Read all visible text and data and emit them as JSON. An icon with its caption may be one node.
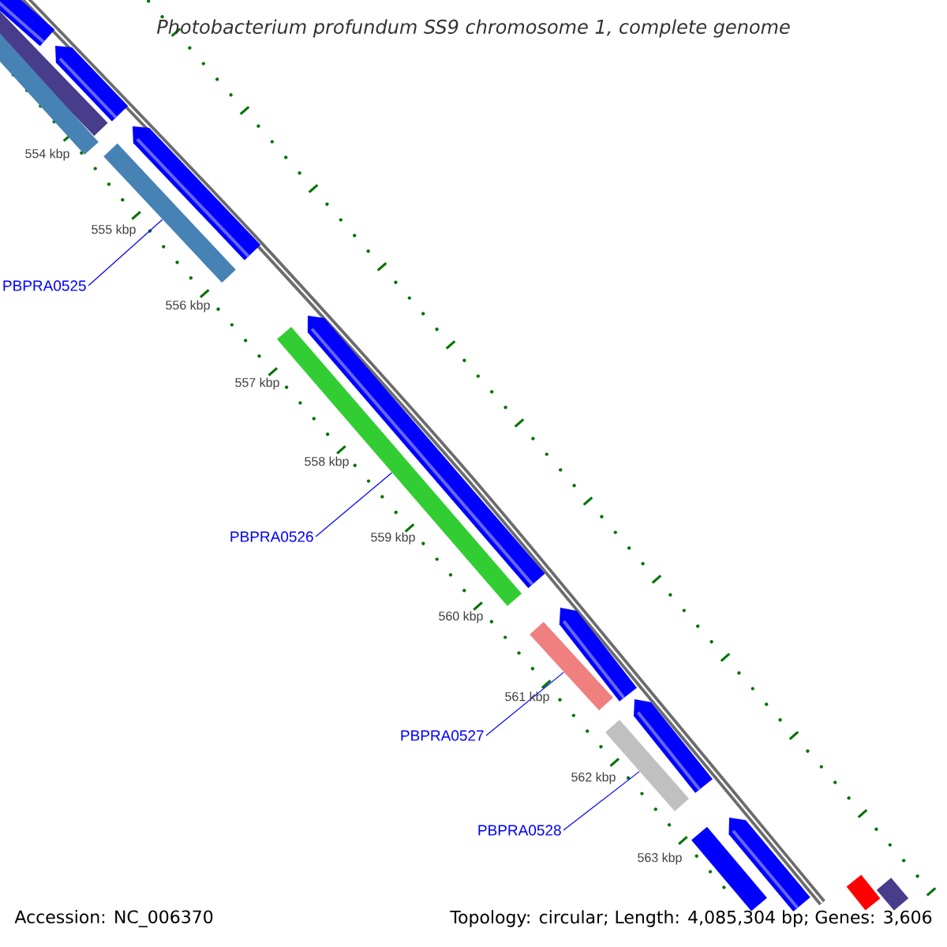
{
  "diagram": {
    "title": "Photobacterium profundum SS9 chromosome 1, complete genome",
    "nodes": [
      {
        "text": [
          "PBPRA0525"
        ]
      },
      {
        "text": [
          "PBPRA0526"
        ]
      },
      {
        "text": [
          "PBPRA0527"
        ]
      },
      {
        "text": [
          "PBPRA0528"
        ]
      },
      {
        "text": [],
        "shape": "bar"
      },
      {
        "text": [],
        "shape": "bar"
      },
      {
        "text": [],
        "shape": "bar"
      },
      {
        "text": [],
        "shape": "bar"
      },
      {
        "text": [],
        "shape": "pentagon"
      },
      {
        "text": [],
        "shape": "bar"
      },
      {
        "text": [],
        "shape": "bar"
      },
      {
        "text": [],
        "shape": "pentagon"
      },
      {
        "text": [],
        "shape": "pentagon"
      },
      {
        "text": [],
        "shape": "pentagon"
      },
      {
        "text": [],
        "shape": "pentagon"
      },
      {
        "text": [],
        "shape": "pentagon"
      },
      {
        "text": [],
        "shape": "pentagon"
      },
      {
        "text": [],
        "shape": "bar"
      },
      {
        "text": [],
        "shape": "bar"
      },
      {
        "text": [],
        "shape": "bar"
      }
    ],
    "edges": [
      {
        "from": 0,
        "to": 4,
        "arrow": "none"
      },
      {
        "from": 1,
        "to": 5,
        "arrow": "none"
      },
      {
        "from": 2,
        "to": 6,
        "arrow": "none"
      },
      {
        "from": 3,
        "to": 7,
        "arrow": "none"
      }
    ],
    "labels": [
      "554 kbp",
      "555 kbp",
      "556 kbp",
      "557 kbp",
      "558 kbp",
      "559 kbp",
      "560 kbp",
      "561 kbp",
      "562 kbp",
      "563 kbp",
      "Accession: NC_006370",
      "Topology: circular; Length: 4,085,304 bp; Genes: 3,606"
    ]
  }
}
